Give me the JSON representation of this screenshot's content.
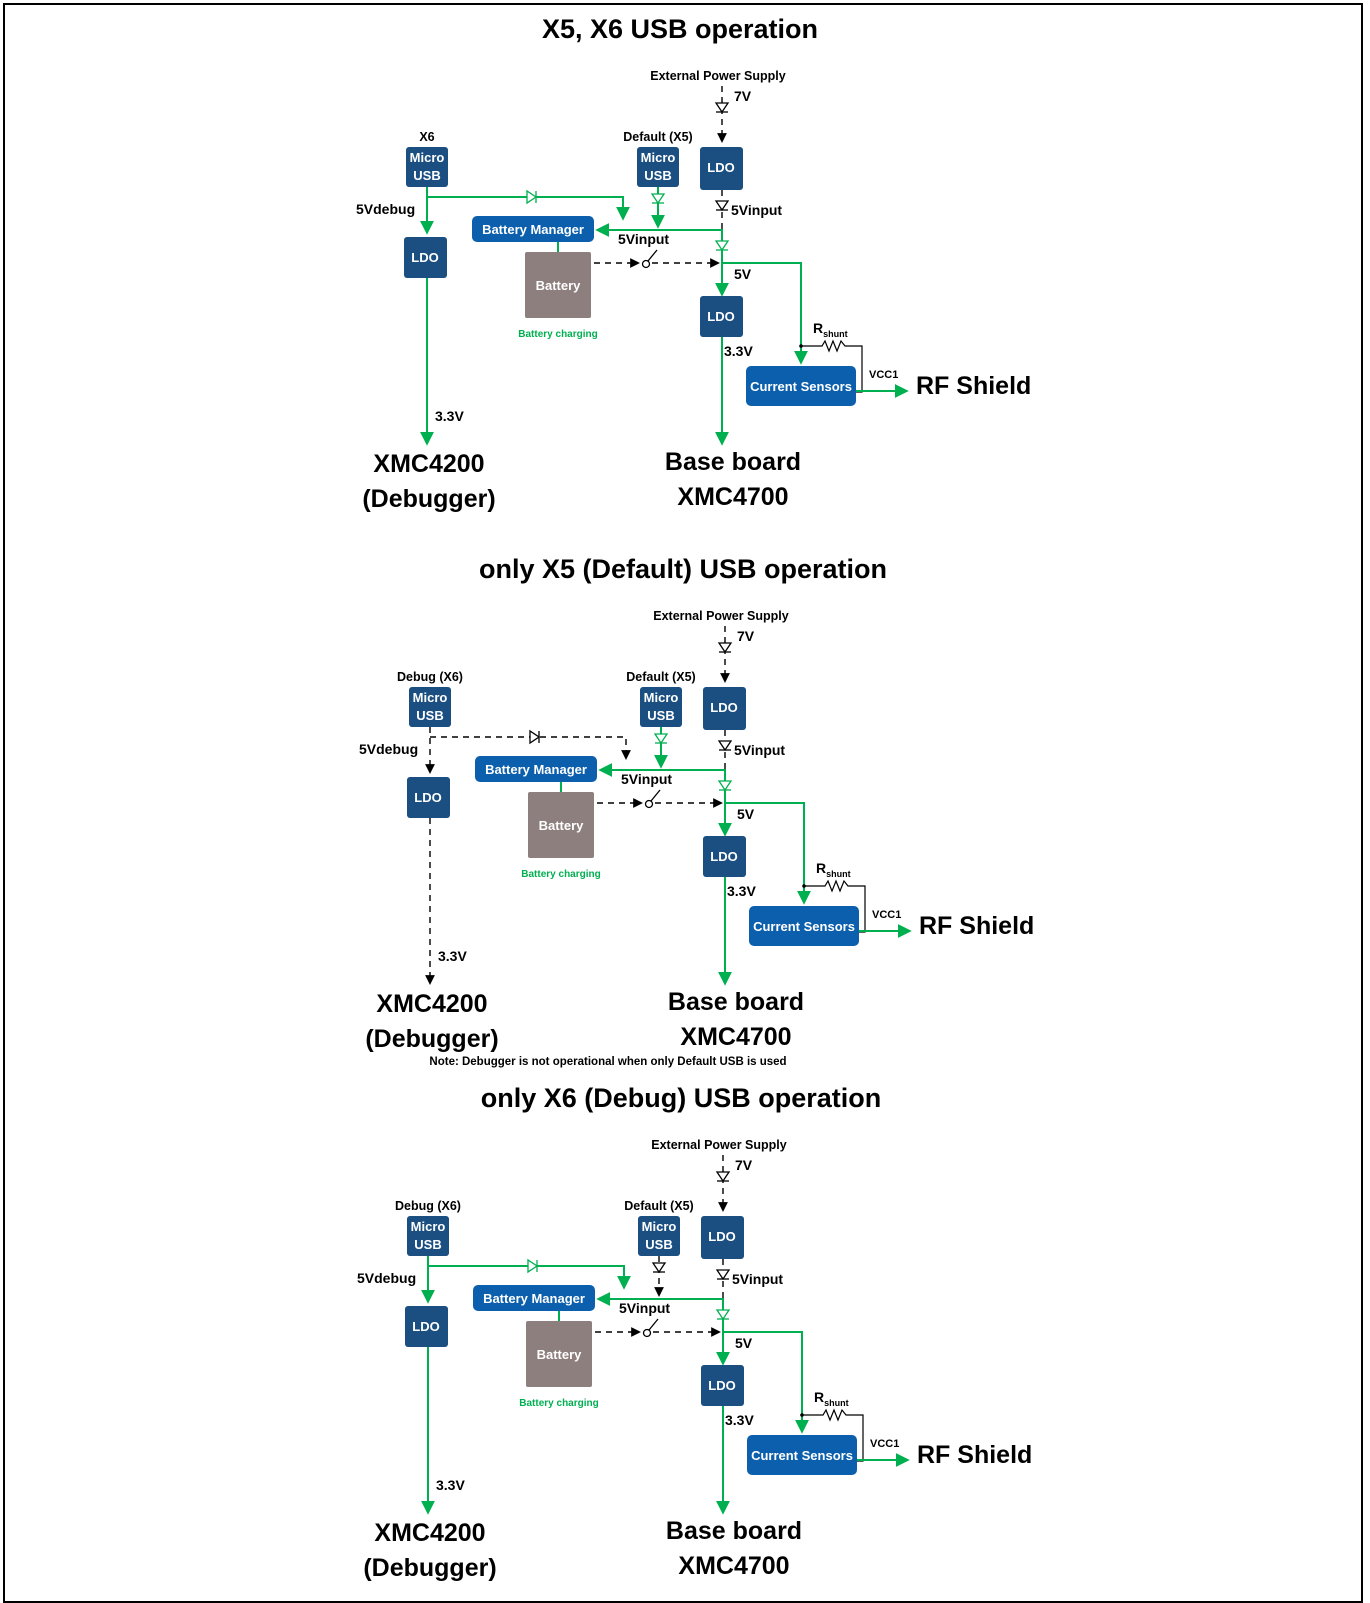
{
  "colors": {
    "box_dark": "#1b4f82",
    "box_blue": "#0b5fad",
    "battery": "#8e7f7f",
    "green": "#00b050",
    "line_black": "#000000"
  },
  "sections": [
    {
      "title": "X5, X6 USB operation",
      "external_power": "External Power Supply",
      "v7": "7V",
      "x6_label": "X6",
      "default_label": "Default (X5)",
      "micro": "Micro",
      "usb": "USB",
      "ldo": "LDO",
      "v5debug": "5Vdebug",
      "battery_manager": "Battery Manager",
      "v5input_a": "5Vinput",
      "v5input_b": "5Vinput",
      "battery": "Battery",
      "battery_charging": "Battery charging",
      "v5": "5V",
      "v33_left": "3.3V",
      "v33_mid": "3.3V",
      "rshunt_r": "R",
      "rshunt_sub": "shunt",
      "vcc1": "VCC1",
      "current_sensors": "Current Sensors",
      "rf_shield": "RF Shield",
      "xmc4200": "XMC4200",
      "debugger": "(Debugger)",
      "base_board": "Base board",
      "xmc4700": "XMC4700",
      "note": ""
    },
    {
      "title": "only X5 (Default) USB operation",
      "external_power": "External Power Supply",
      "v7": "7V",
      "x6_label": "Debug (X6)",
      "default_label": "Default (X5)",
      "micro": "Micro",
      "usb": "USB",
      "ldo": "LDO",
      "v5debug": "5Vdebug",
      "battery_manager": "Battery Manager",
      "v5input_a": "5Vinput",
      "v5input_b": "5Vinput",
      "battery": "Battery",
      "battery_charging": "Battery charging",
      "v5": "5V",
      "v33_left": "3.3V",
      "v33_mid": "3.3V",
      "rshunt_r": "R",
      "rshunt_sub": "shunt",
      "vcc1": "VCC1",
      "current_sensors": "Current Sensors",
      "rf_shield": "RF Shield",
      "xmc4200": "XMC4200",
      "debugger": "(Debugger)",
      "base_board": "Base board",
      "xmc4700": "XMC4700",
      "note": "Note: Debugger is not operational when only Default USB is used"
    },
    {
      "title": "only X6 (Debug) USB operation",
      "external_power": "External Power Supply",
      "v7": "7V",
      "x6_label": "Debug (X6)",
      "default_label": "Default (X5)",
      "micro": "Micro",
      "usb": "USB",
      "ldo": "LDO",
      "v5debug": "5Vdebug",
      "battery_manager": "Battery Manager",
      "v5input_a": "5Vinput",
      "v5input_b": "5Vinput",
      "battery": "Battery",
      "battery_charging": "Battery charging",
      "v5": "5V",
      "v33_left": "3.3V",
      "v33_mid": "3.3V",
      "rshunt_r": "R",
      "rshunt_sub": "shunt",
      "vcc1": "VCC1",
      "current_sensors": "Current Sensors",
      "rf_shield": "RF Shield",
      "xmc4200": "XMC4200",
      "debugger": "(Debugger)",
      "base_board": "Base board",
      "xmc4700": "XMC4700",
      "note": ""
    }
  ]
}
